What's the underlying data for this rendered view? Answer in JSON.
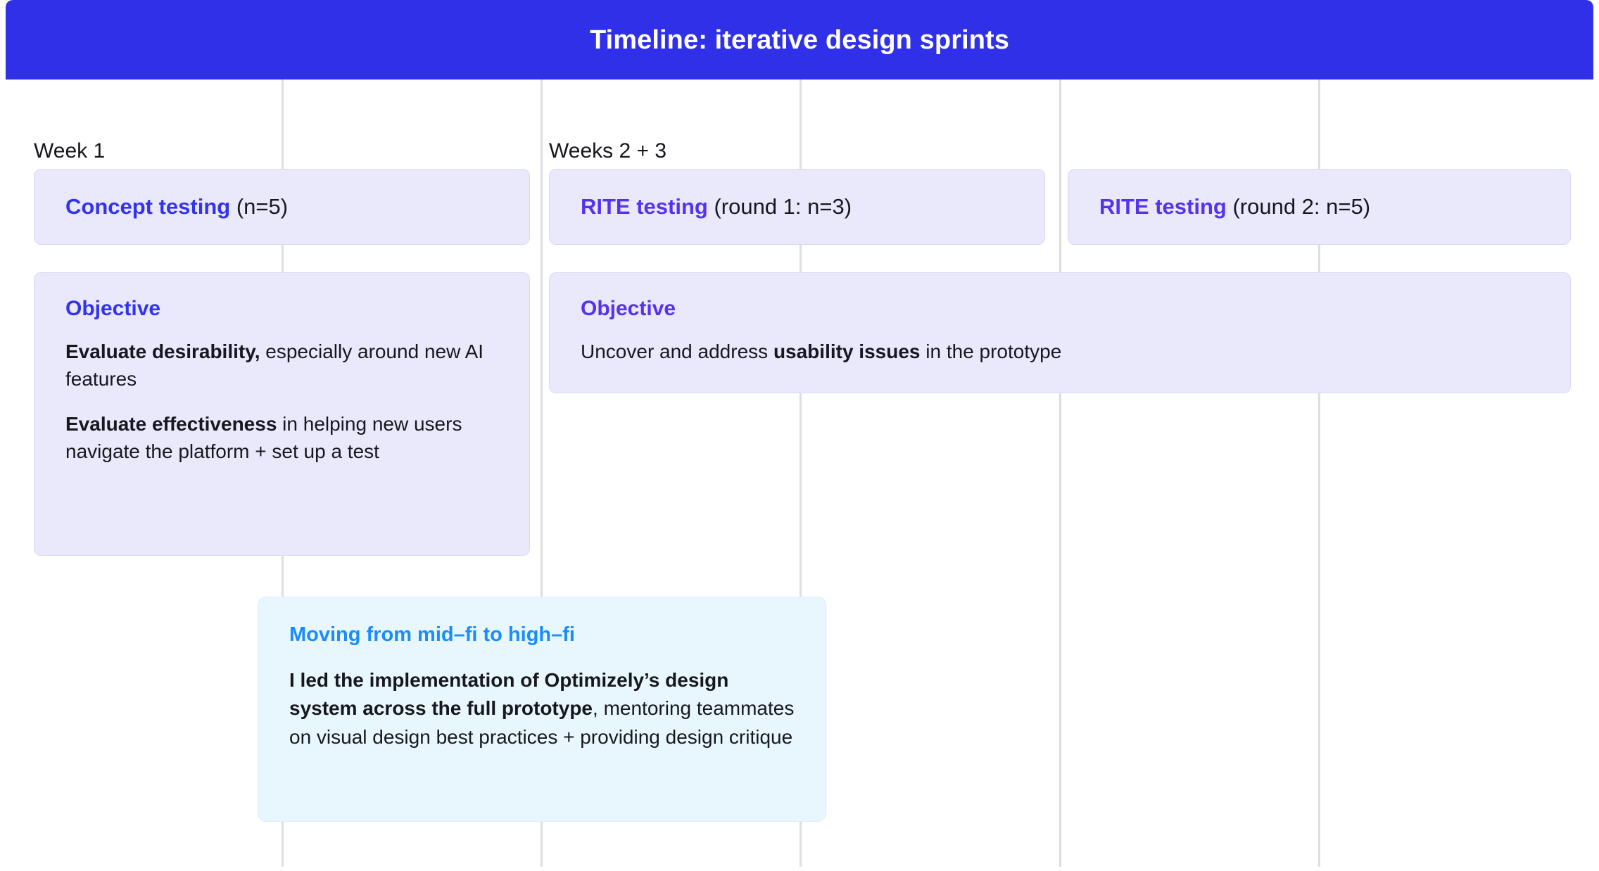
{
  "header": {
    "title": "Timeline: iterative design sprints",
    "background_color": "#2F30E8",
    "text_color": "#FFFFFF"
  },
  "colors": {
    "accent_blue_violet": "#3333EE",
    "accent_violet": "#5533EE",
    "accent_cyan": "#1A8CFF",
    "card_lavender": "#EAE8FB",
    "card_sky": "#E8F7FD",
    "gridline": "#DEDEDE",
    "text_primary": "#17181F"
  },
  "gridlines": {
    "count": 5,
    "x_positions": [
      392,
      760,
      1128,
      1497,
      1865
    ]
  },
  "columns": [
    {
      "label": "Week 1"
    },
    {
      "label": "Weeks 2 + 3"
    }
  ],
  "phases": [
    {
      "name": "Concept testing",
      "meta": " (n=5)",
      "name_color": "#3333EE"
    },
    {
      "name": "RITE testing",
      "meta": " (round 1: n=3)",
      "name_color": "#5533EE"
    },
    {
      "name": "RITE testing",
      "meta": " (round 2: n=5)",
      "name_color": "#5533EE"
    }
  ],
  "objectives": [
    {
      "heading": "Objective",
      "heading_color": "#3333EE",
      "paragraphs": [
        {
          "bold": "Evaluate desirability,",
          "rest": " especially around new AI features"
        },
        {
          "bold": "Evaluate effectiveness",
          "rest": " in helping new users navigate the platform + set up a test"
        }
      ]
    },
    {
      "heading": "Objective",
      "heading_color": "#5533EE",
      "paragraphs": [
        {
          "lead": "Uncover and address ",
          "bold": "usability issues",
          "rest": " in the prototype"
        }
      ]
    }
  ],
  "callout": {
    "heading": "Moving from mid–fi to high–fi",
    "heading_color": "#1A8CFF",
    "bold": "I led the implementation of Optimizely’s design system across the full prototype",
    "rest": ", mentoring teammates on visual design best practices + providing design critique"
  }
}
